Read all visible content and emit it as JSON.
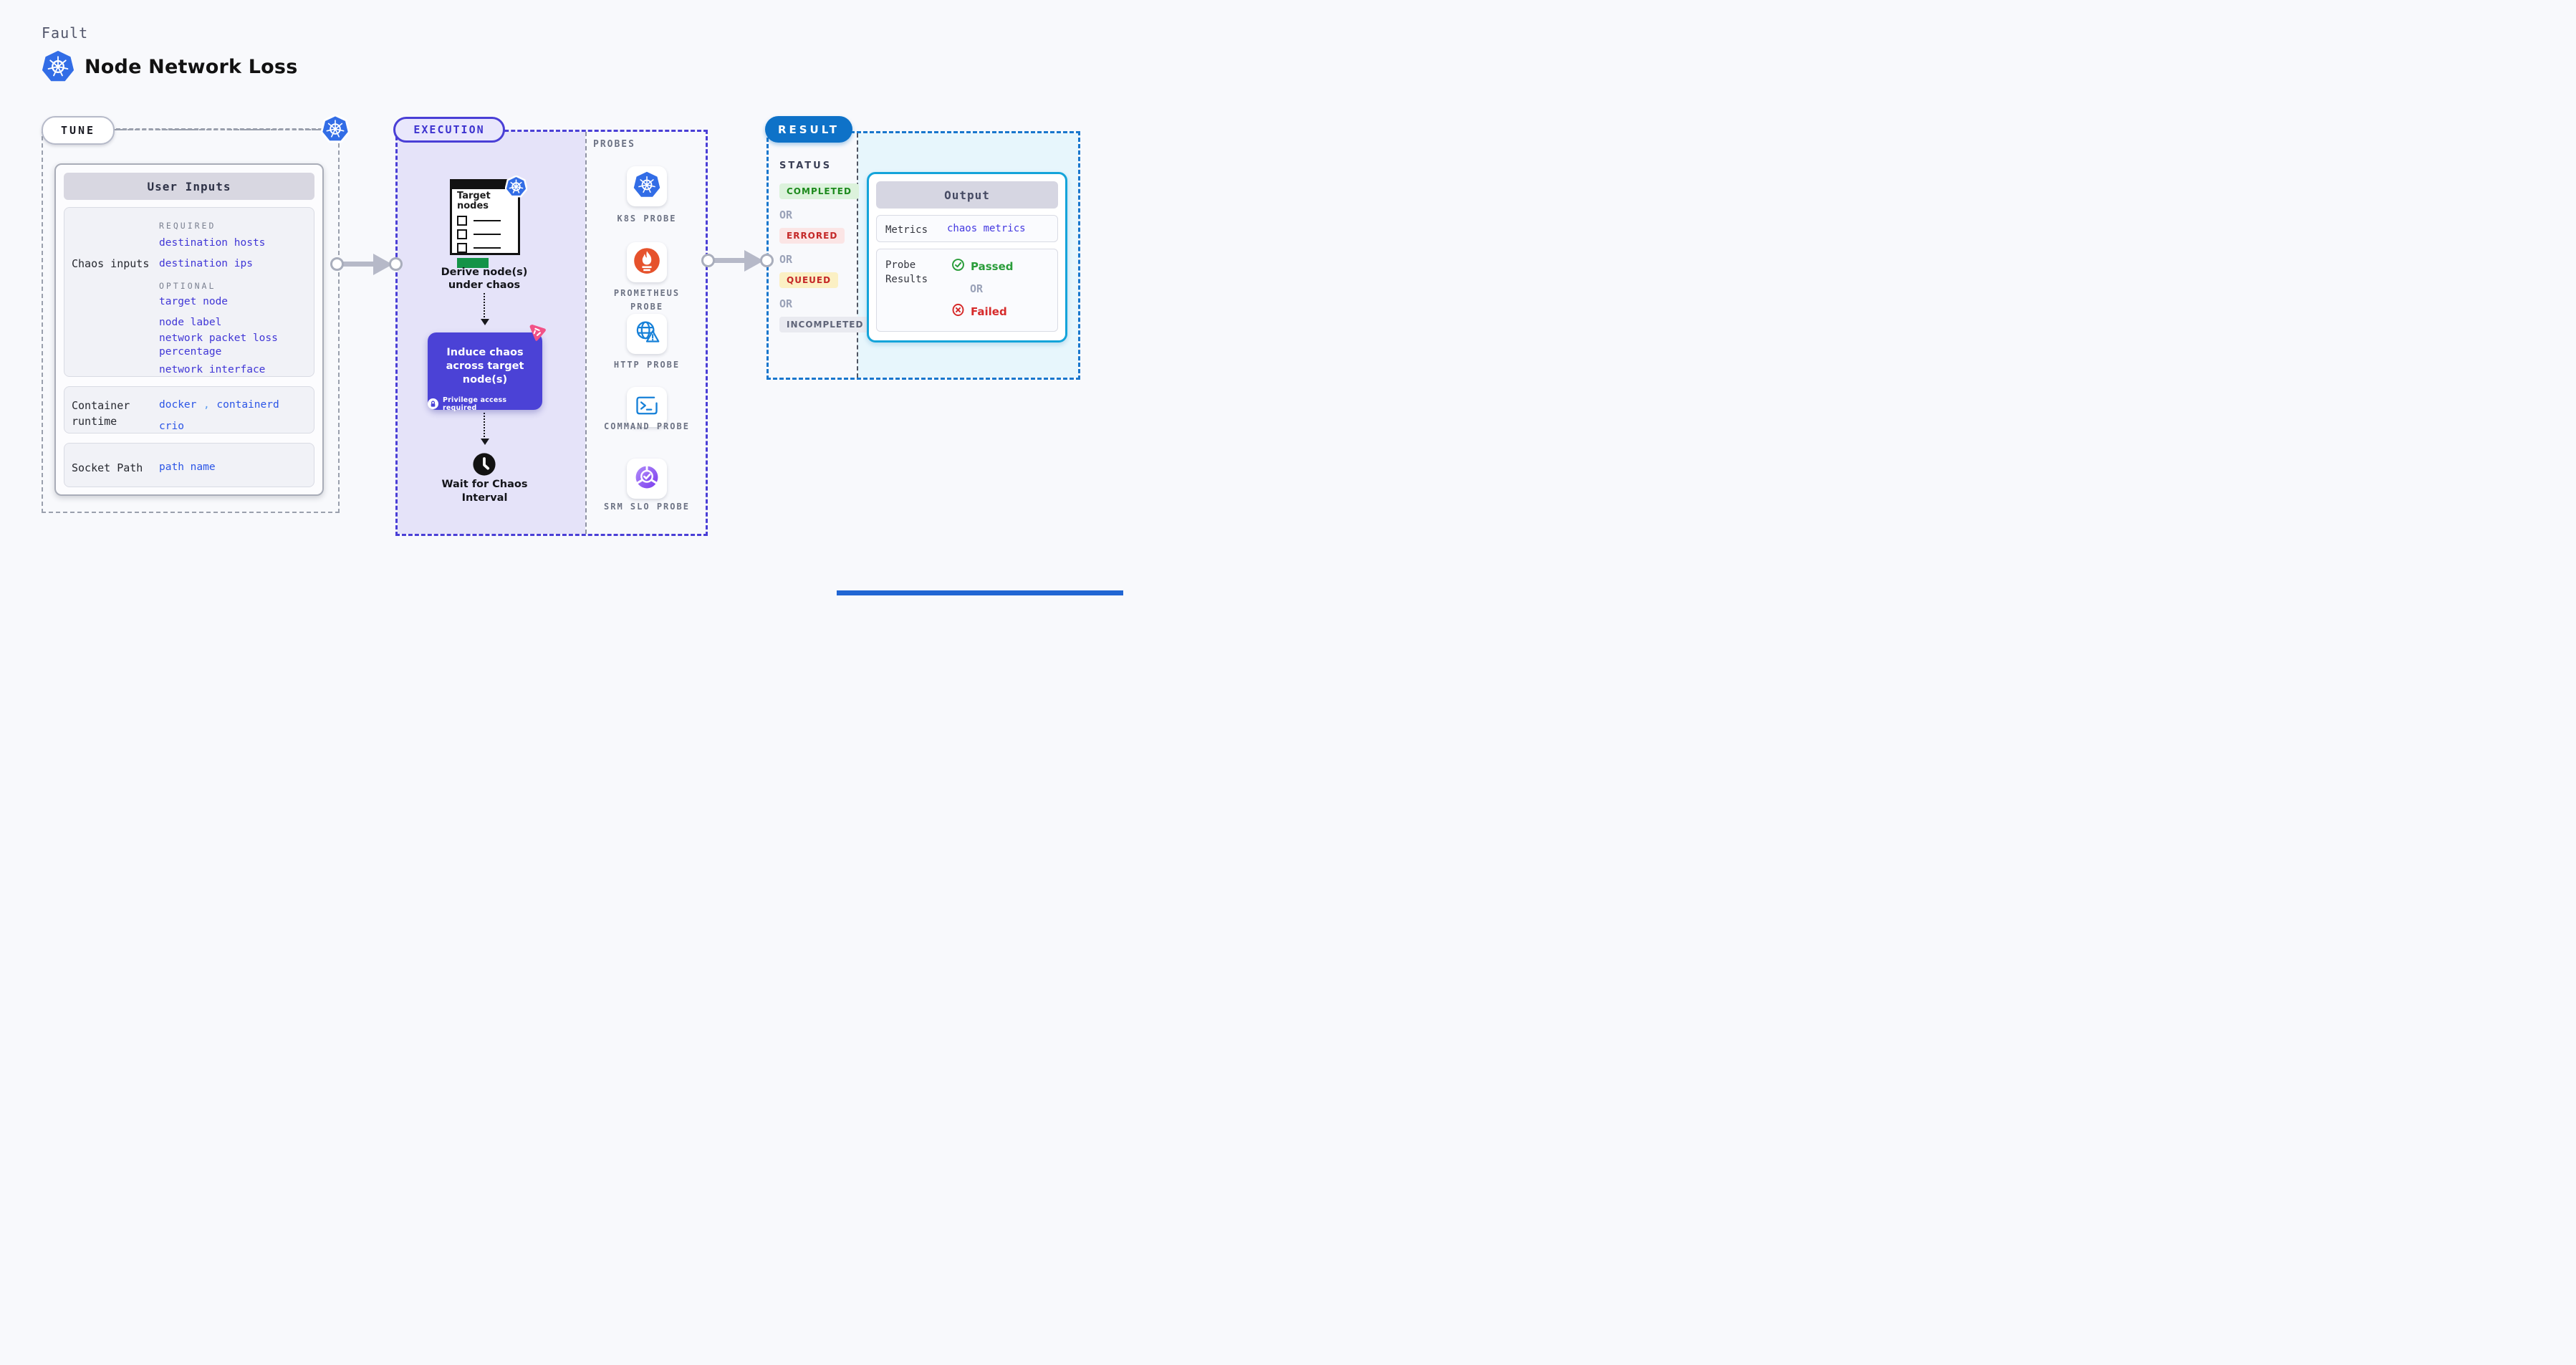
{
  "page": {
    "title_label": "Fault",
    "title": "Node Network Loss"
  },
  "tune": {
    "badge": "TUNE",
    "user_inputs": {
      "header": "User Inputs",
      "chaos_inputs": {
        "label": "Chaos inputs",
        "required_heading": "REQUIRED",
        "required": [
          "destination hosts",
          "destination ips"
        ],
        "optional_heading": "OPTIONAL",
        "optional": [
          "target node",
          "node label",
          "network packet loss percentage",
          "network interface"
        ]
      },
      "container_runtime": {
        "label": "Container runtime",
        "values": [
          "docker",
          "containerd",
          "crio"
        ],
        "separator": ","
      },
      "socket_path": {
        "label": "Socket Path",
        "value": "path name"
      }
    }
  },
  "execution": {
    "badge": "EXECUTION",
    "target_nodes": {
      "title": "Target nodes"
    },
    "derive_label": "Derive node(s) under chaos",
    "induce": {
      "label": "Induce chaos across target node(s)",
      "privilege_note": "Privilege access required"
    },
    "wait_label": "Wait for Chaos Interval",
    "probes": {
      "heading": "PROBES",
      "items": [
        {
          "label": "K8S PROBE",
          "icon": "kubernetes-icon"
        },
        {
          "label": "PROMETHEUS PROBE",
          "icon": "prometheus-icon"
        },
        {
          "label": "HTTP PROBE",
          "icon": "globe-warning-icon"
        },
        {
          "label": "COMMAND PROBE",
          "icon": "terminal-icon"
        },
        {
          "label": "SRM SLO PROBE",
          "icon": "srm-slo-pie-icon"
        }
      ]
    }
  },
  "result": {
    "badge": "RESULT",
    "status": {
      "heading": "STATUS",
      "or_label": "OR",
      "badges": [
        {
          "label": "COMPLETED",
          "fg": "#1d8a1d",
          "bg": "#dcf2dc"
        },
        {
          "label": "ERRORED",
          "fg": "#c42727",
          "bg": "#fbe5e5"
        },
        {
          "label": "QUEUED",
          "fg": "#c42727",
          "bg": "#fbf0c4"
        },
        {
          "label": "INCOMPLETED",
          "fg": "#5f6478",
          "bg": "#e9eaf0"
        }
      ]
    },
    "output": {
      "header": "Output",
      "metrics": {
        "label": "Metrics",
        "value": "chaos metrics"
      },
      "probe_results": {
        "label": "Probe Results",
        "passed": "Passed",
        "or_label": "OR",
        "failed": "Failed"
      }
    }
  },
  "colors": {
    "kubernetes_blue": "#326de6",
    "execution_indigo": "#4a3fd6",
    "induce_bg": "#4b42d6",
    "litmus_pink": "#f25287",
    "prometheus_orange": "#e6522c",
    "probe_icon_blue": "#1680d8",
    "srm_purple": "#7c3aed",
    "result_blue": "#0e72c8",
    "output_border_cyan": "#14a4da",
    "passed_green": "#2a9d3a",
    "failed_red": "#d62b2b",
    "required_value_blue": "#4036d6",
    "runtime_value_blue": "#2b55e6",
    "target_nodes_green": "#149348",
    "arrow_gray": "#b6b9c8"
  }
}
